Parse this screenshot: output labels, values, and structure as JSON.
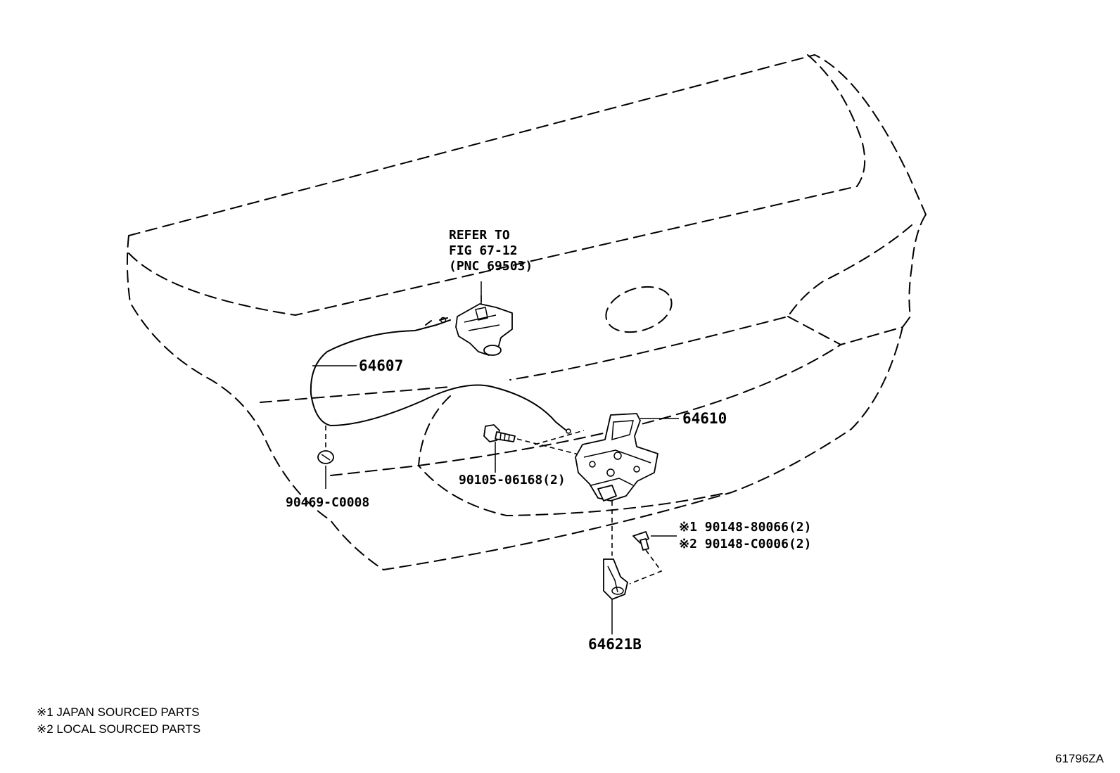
{
  "callouts": {
    "refer_line1": "REFER TO",
    "refer_line2": "FIG 67-12",
    "refer_line3": "(PNC 69503)",
    "cable": "64607",
    "lock_assembly": "64610",
    "bolt": "90105-06168(2)",
    "grommet": "90469-C0008",
    "screw_japan": "※1 90148-80066(2)",
    "screw_local": "※2 90148-C0006(2)",
    "striker": "64621B"
  },
  "notes": [
    "※1 JAPAN SOURCED PARTS",
    "※2 LOCAL SOURCED PARTS"
  ],
  "figure_id": "61796ZA"
}
